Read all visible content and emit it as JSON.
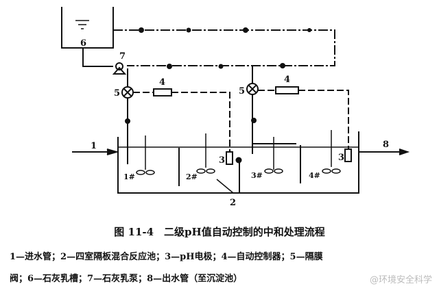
{
  "labels": {
    "inlet": "1",
    "tank": "2",
    "electrode": "3",
    "controller": "4",
    "valve": "5",
    "lime_tank": "6",
    "pump": "7",
    "outlet": "8",
    "cell1": "1#",
    "cell2": "2#",
    "cell3": "3#",
    "cell4": "4#"
  },
  "caption": {
    "title": "图 11-4　二级pH值自动控制的中和处理流程",
    "line1": "1—进水管；2—四室隔板混合反应池；3—pH电极；4—自动控制器；5—隔膜",
    "line2": "阀；6—石灰乳槽；7—石灰乳泵；8—出水管（至沉淀池）"
  },
  "watermark": "@环境安全科学"
}
